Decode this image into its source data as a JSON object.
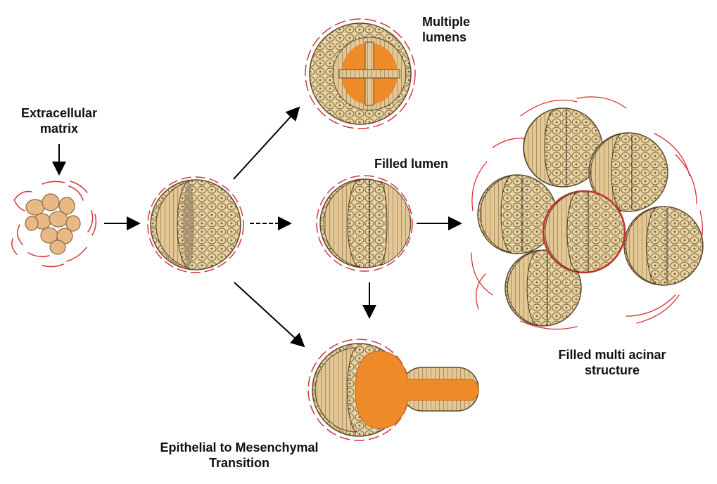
{
  "labels": {
    "extracellular_matrix": [
      "Extracellular",
      "matrix"
    ],
    "multiple_lumens": [
      "Multiple",
      "lumens"
    ],
    "filled_lumen": [
      "Filled lumen"
    ],
    "filled_multi_acinar": [
      "Filled multi acinar",
      "structure"
    ],
    "emt": [
      "Epithelial to Mesenchymal",
      "Transition"
    ]
  },
  "colors": {
    "ecm_fiber": "#d8323a",
    "cell_fill": "#e9d3a0",
    "cell_outline": "#6b5a3c",
    "lumen_orange": "#ef8a2a",
    "lumen_light": "#f6c07a",
    "arrow": "#000000",
    "background": "#ffffff"
  }
}
